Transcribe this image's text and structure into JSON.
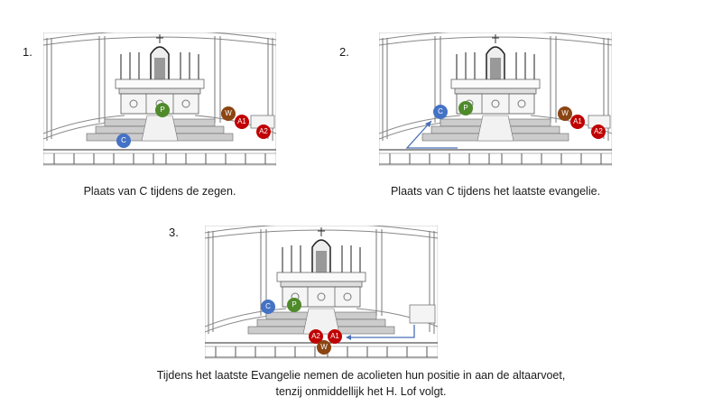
{
  "colors": {
    "C": "#4472c4",
    "P": "#4f8a2b",
    "W": "#8b4513",
    "A1": "#c00000",
    "A2": "#c00000",
    "arrow": "#4a6fb5"
  },
  "panels": [
    {
      "number": "1.",
      "caption": "Plaats van C tijdens de zegen.",
      "markers": [
        {
          "id": "P",
          "label": "P"
        },
        {
          "id": "W",
          "label": "W"
        },
        {
          "id": "A1",
          "label": "A1"
        },
        {
          "id": "A2",
          "label": "A2"
        },
        {
          "id": "C",
          "label": "C"
        }
      ]
    },
    {
      "number": "2.",
      "caption": "Plaats van C tijdens het laatste evangelie.",
      "markers": [
        {
          "id": "C",
          "label": "C"
        },
        {
          "id": "P",
          "label": "P"
        },
        {
          "id": "W",
          "label": "W"
        },
        {
          "id": "A1",
          "label": "A1"
        },
        {
          "id": "A2",
          "label": "A2"
        }
      ]
    },
    {
      "number": "3.",
      "caption_lines": [
        "Tijdens het laatste Evangelie nemen de acolieten hun positie in aan de altaarvoet,",
        "tenzij onmiddellijk het H. Lof volgt."
      ],
      "markers": [
        {
          "id": "C",
          "label": "C"
        },
        {
          "id": "P",
          "label": "P"
        },
        {
          "id": "A2",
          "label": "A2"
        },
        {
          "id": "A1",
          "label": "A1"
        },
        {
          "id": "W",
          "label": "W"
        }
      ]
    }
  ]
}
